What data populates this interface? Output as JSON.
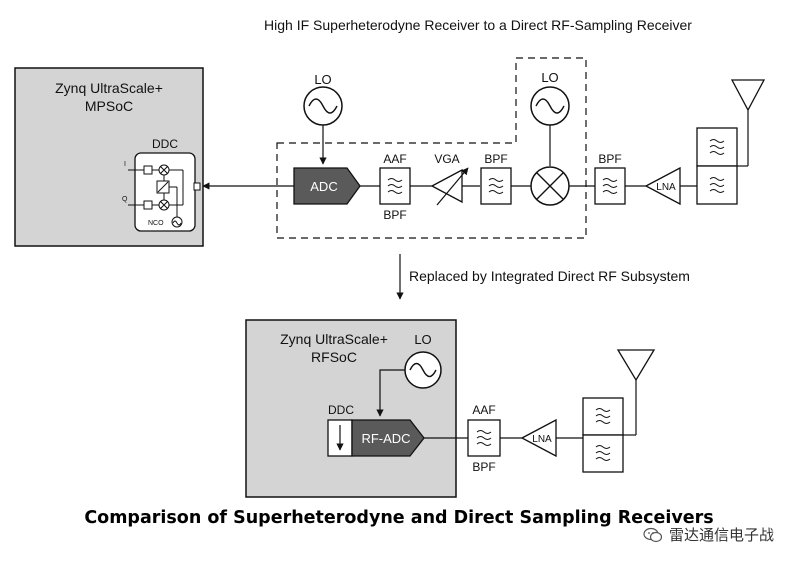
{
  "diagram": {
    "title": "High IF Superheterodyne Receiver to a Direct RF-Sampling Receiver",
    "top": {
      "soc_line1": "Zynq UltraScale+",
      "soc_line2": "MPSoC",
      "ddc": "DDC",
      "i": "I",
      "q": "Q",
      "nco": "NCO",
      "lo1": "LO",
      "lo2": "LO",
      "adc": "ADC",
      "aaf": "AAF",
      "aaf_bpf": "BPF",
      "vga": "VGA",
      "bpf1": "BPF",
      "bpf2": "BPF",
      "lna": "LNA"
    },
    "transition": "Replaced by Integrated Direct RF Subsystem",
    "bottom": {
      "soc_line1": "Zynq UltraScale+",
      "soc_line2": "RFSoC",
      "lo": "LO",
      "ddc": "DDC",
      "rf_adc": "RF-ADC",
      "aaf": "AAF",
      "aaf_bpf": "BPF",
      "lna": "LNA"
    }
  },
  "caption": "Comparison of Superheterodyne and Direct Sampling Receivers",
  "watermark": "雷达通信电子战",
  "colors": {
    "soc_fill": "#d4d4d4",
    "adc_fill": "#5a5a5a",
    "line": "#111111"
  }
}
